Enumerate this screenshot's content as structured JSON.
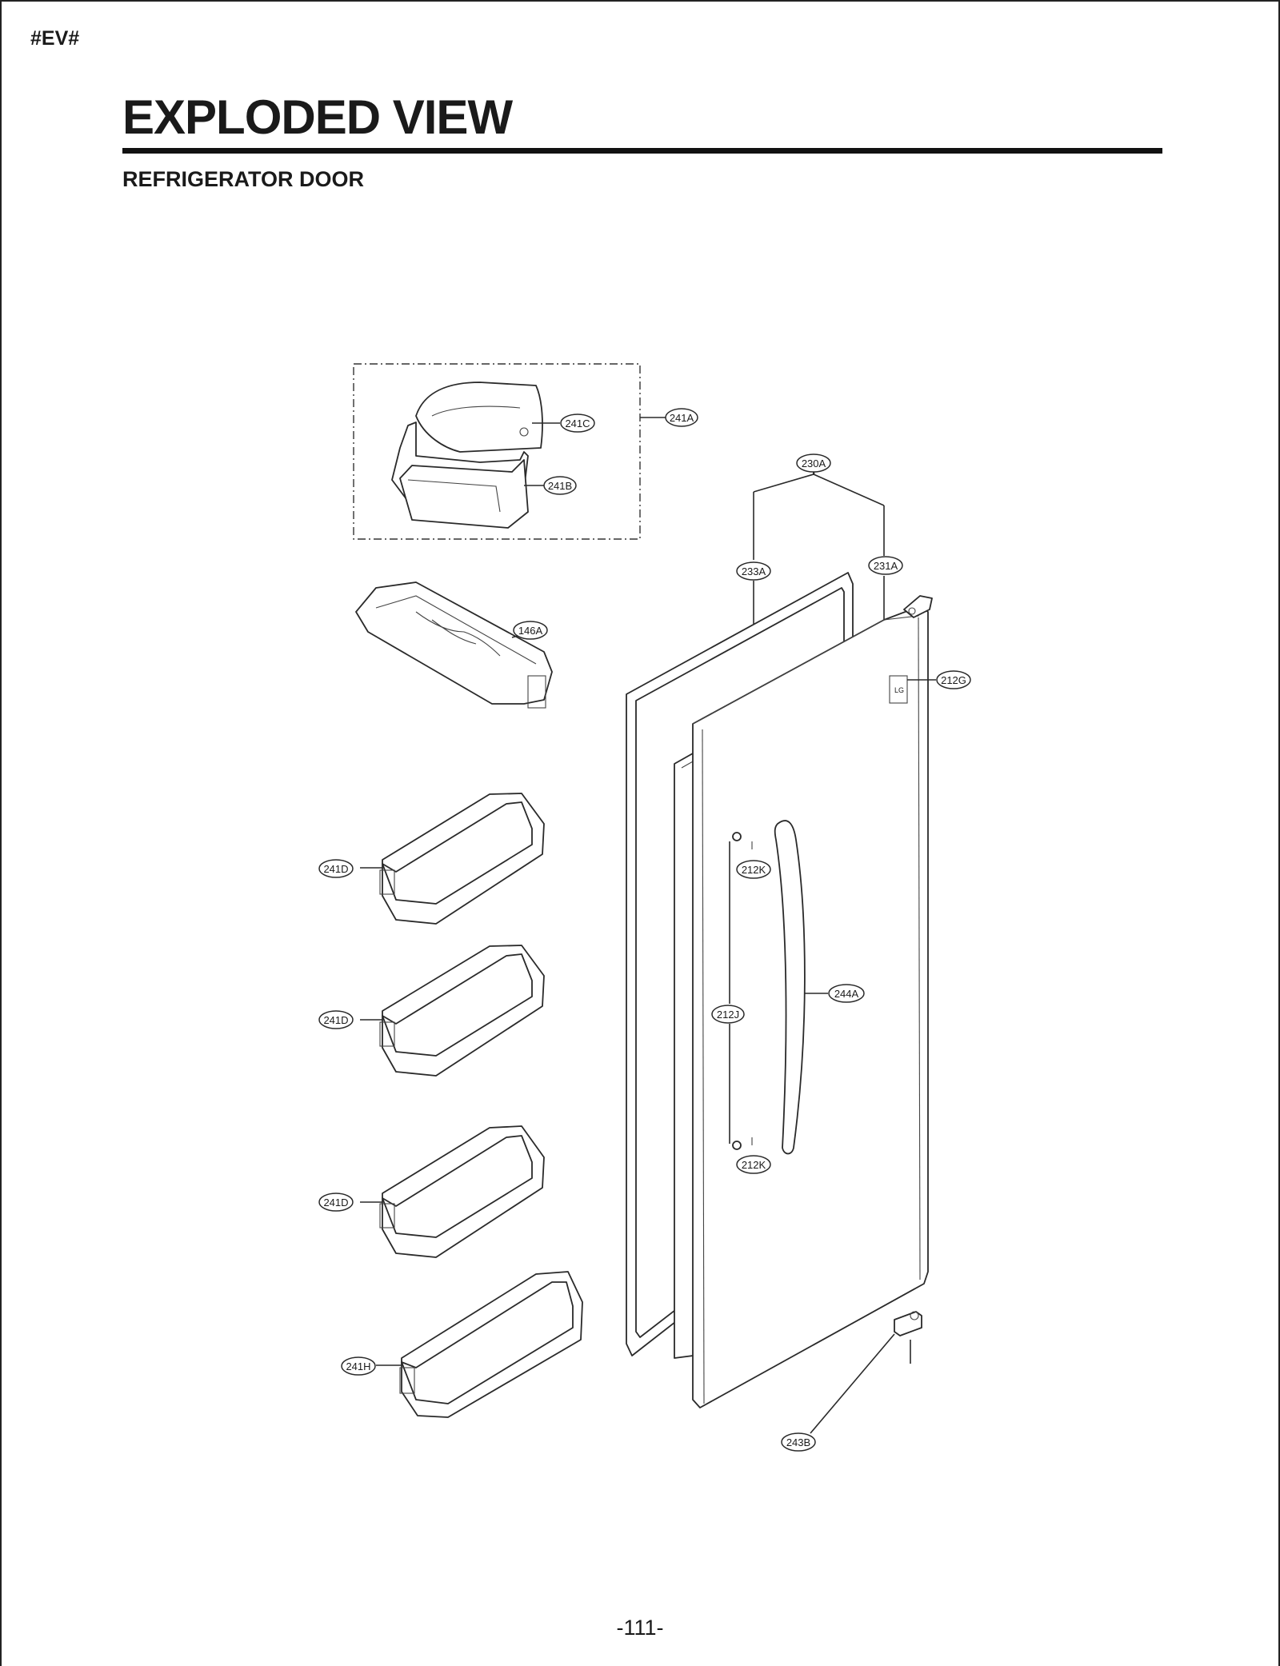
{
  "page": {
    "marker": "#EV#",
    "title": "EXPLODED VIEW",
    "subtitle": "REFRIGERATOR DOOR",
    "page_number": "-111-"
  },
  "callouts": {
    "c241A": "241A",
    "c241C": "241C",
    "c241B": "241B",
    "c230A": "230A",
    "c233A": "233A",
    "c231A": "231A",
    "c146A": "146A",
    "c212G": "212G",
    "c241D_1": "241D",
    "c212K_top": "212K",
    "c241D_2": "241D",
    "c244A": "244A",
    "c212J": "212J",
    "c241D_3": "241D",
    "c212K_bottom": "212K",
    "c241H": "241H",
    "c243B": "243B"
  },
  "door_logo": "LG"
}
